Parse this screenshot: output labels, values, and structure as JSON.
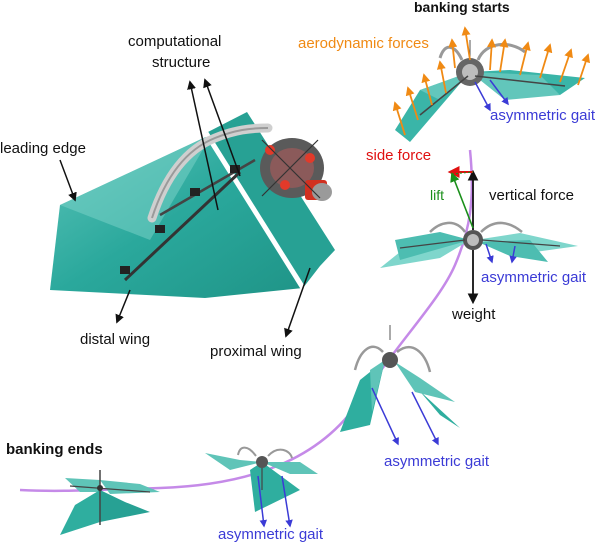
{
  "labels": {
    "banking_starts": "banking starts",
    "aerodynamic_forces": "aerodynamic forces",
    "computational_structure_line1": "computational",
    "computational_structure_line2": "structure",
    "leading_edge": "leading edge",
    "asymmetric_gait_1": "asymmetric gait",
    "side_force": "side force",
    "lift": "lift",
    "vertical_force": "vertical force",
    "asymmetric_gait_2": "asymmetric gait",
    "weight": "weight",
    "distal_wing": "distal wing",
    "proximal_wing": "proximal wing",
    "banking_ends": "banking ends",
    "asymmetric_gait_3": "asymmetric gait",
    "asymmetric_gait_4": "asymmetric gait"
  },
  "colors": {
    "wing_teal": "#2aa89c",
    "wing_teal_light": "#6fd0c6",
    "force_orange": "#f08a14",
    "gait_blue": "#3b3bd6",
    "side_red": "#e01010",
    "lift_green": "#1a8f1a",
    "trajectory_purple": "#c58ae8",
    "text_dark": "#111111"
  }
}
